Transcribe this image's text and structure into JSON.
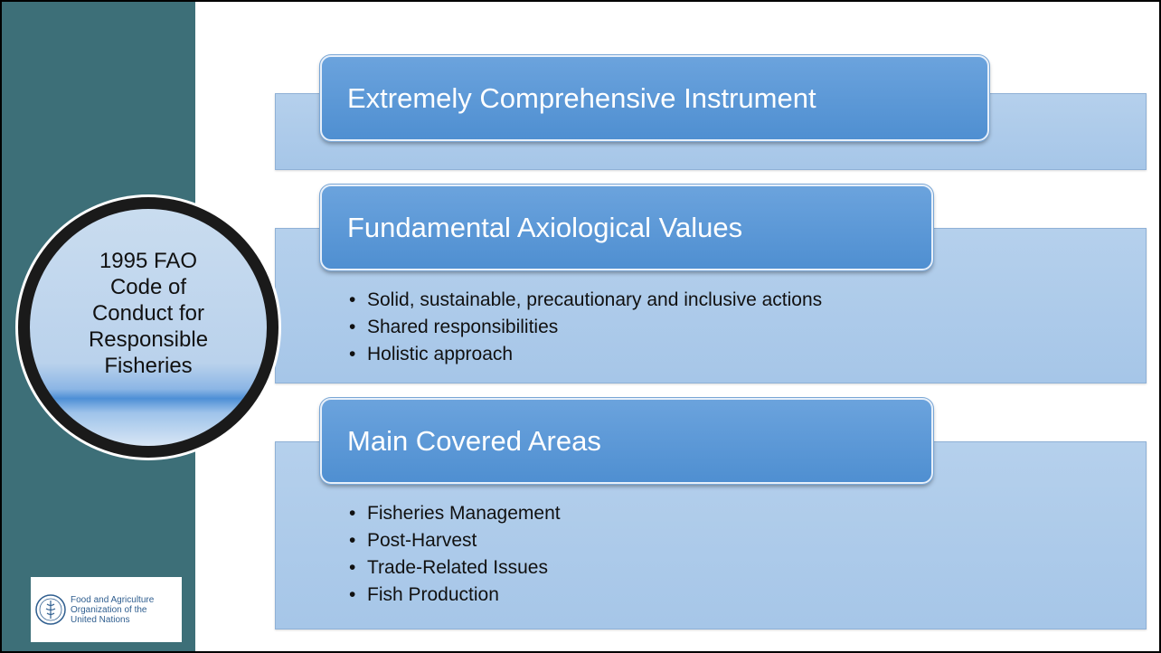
{
  "central_topic": {
    "lines": [
      "1995 FAO",
      "Code of",
      "Conduct for",
      "Responsible",
      "Fisheries"
    ]
  },
  "sections": [
    {
      "title": "Extremely Comprehensive Instrument",
      "bullets": []
    },
    {
      "title": "Fundamental Axiological Values",
      "bullets": [
        "Solid, sustainable, precautionary and inclusive actions",
        "Shared responsibilities",
        "Holistic approach"
      ]
    },
    {
      "title": "Main Covered Areas",
      "bullets": [
        "Fisheries Management",
        "Post-Harvest",
        "Trade-Related Issues",
        "Fish Production"
      ]
    }
  ],
  "logo": {
    "icon": "fao-emblem-icon",
    "lines": [
      "Food and Agriculture",
      "Organization of the",
      "United Nations"
    ]
  },
  "colors": {
    "sidebar": "#3d6f78",
    "header": "#5b9bd5",
    "band": "#aac9e9"
  }
}
